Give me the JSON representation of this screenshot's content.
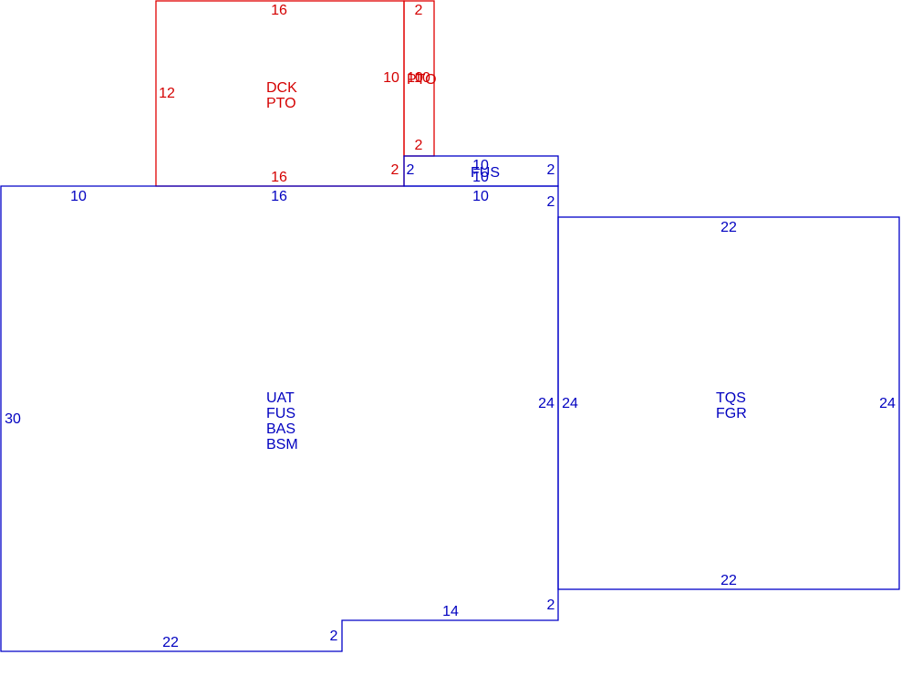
{
  "colors": {
    "upper_level": "#d40000",
    "main_level": "#0000c0"
  },
  "areas": {
    "deck": {
      "codes": [
        "DCK",
        "PTO"
      ],
      "dims": {
        "top": "16",
        "left": "12",
        "right": "10",
        "bottom": "16"
      }
    },
    "strip": {
      "codes": [
        "PTO"
      ],
      "dims": {
        "top": "2",
        "left": "10",
        "right": "10",
        "bottom": "2",
        "bottom_left": "2"
      }
    },
    "fus_small": {
      "codes": [
        "FUS"
      ],
      "dims": {
        "left": "2",
        "top": "10",
        "right": "2",
        "bottom": "10"
      }
    },
    "main": {
      "codes": [
        "UAT",
        "FUS",
        "BAS",
        "BSM"
      ],
      "dims": {
        "top_left": "10",
        "top_mid": "16",
        "top_right": "10",
        "right_notch": "2",
        "left": "30",
        "right": "24",
        "bottom_notch_right": "2",
        "bottom_step": "14",
        "step_drop": "2",
        "bottom": "22"
      }
    },
    "garage": {
      "codes": [
        "TQS",
        "FGR"
      ],
      "dims": {
        "top": "22",
        "left": "24",
        "right": "24",
        "bottom": "22"
      }
    }
  }
}
